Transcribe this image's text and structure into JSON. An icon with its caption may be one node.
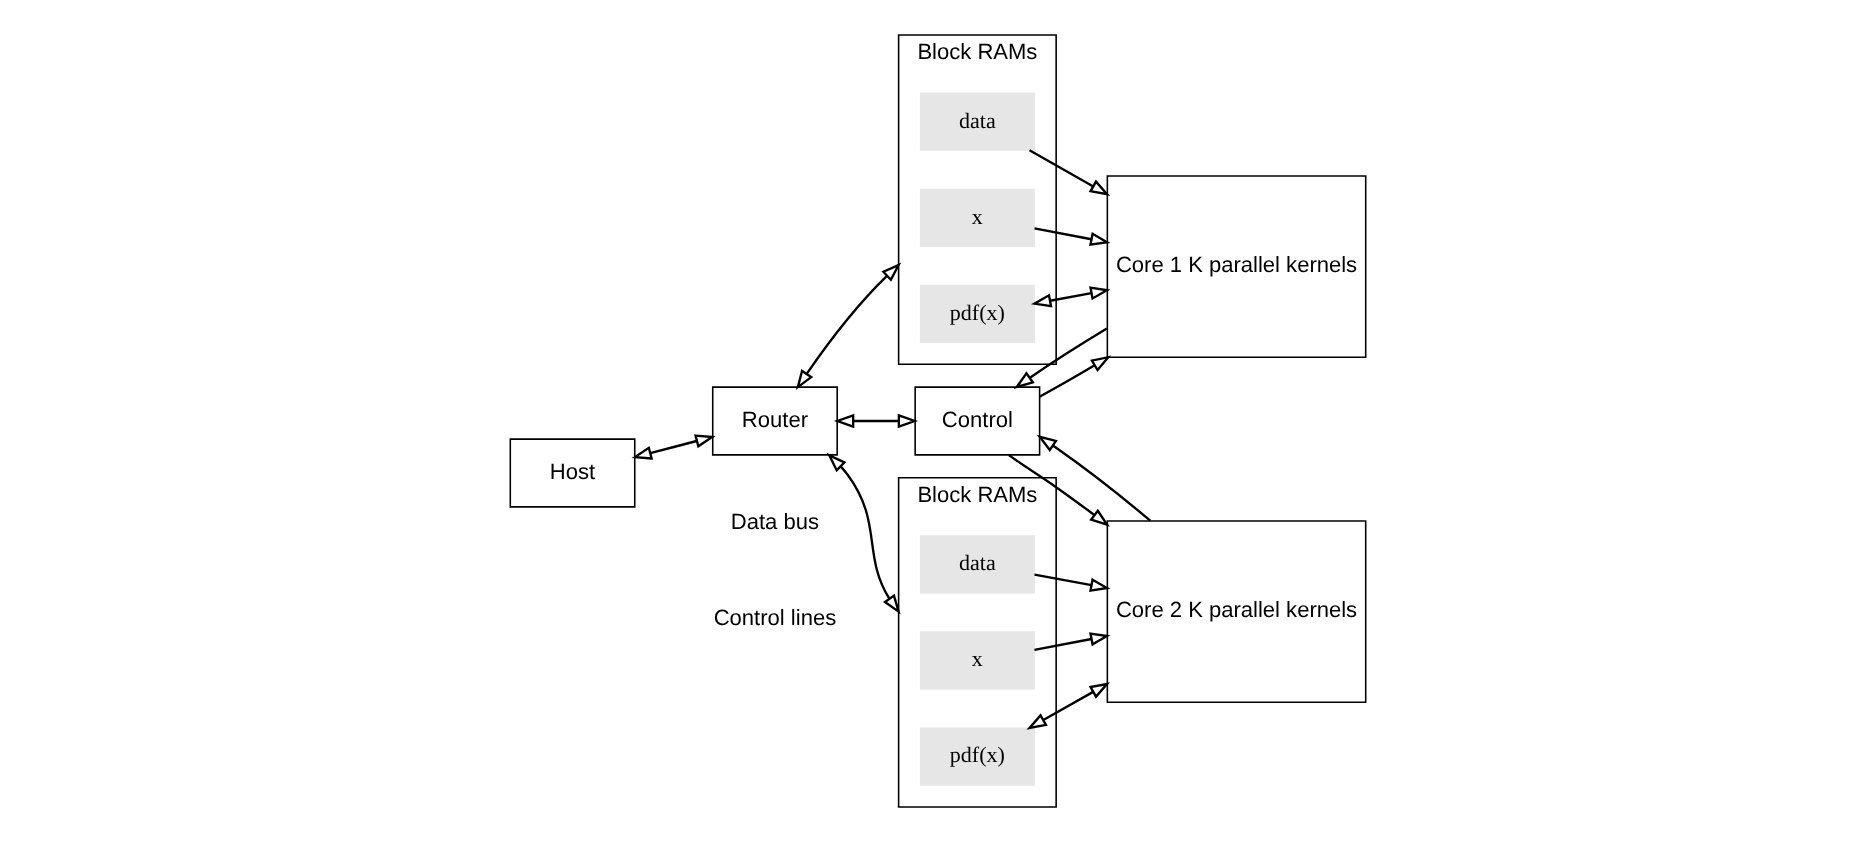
{
  "diagram": {
    "nodes": [
      {
        "text": [
          "Host"
        ]
      },
      {
        "text": [
          "Router"
        ]
      },
      {
        "text": [
          "Control"
        ]
      },
      {
        "text": [
          "Block RAMs"
        ]
      },
      {
        "text": [
          "data"
        ],
        "in": 3
      },
      {
        "text": [
          "x"
        ],
        "in": 3
      },
      {
        "text": [
          "pdf(x)"
        ],
        "in": 3
      },
      {
        "text": [
          "Core 1 K parallel kernels"
        ]
      },
      {
        "text": [
          "Block RAMs"
        ]
      },
      {
        "text": [
          "data"
        ],
        "in": 8
      },
      {
        "text": [
          "x"
        ],
        "in": 8
      },
      {
        "text": [
          "pdf(x)"
        ],
        "in": 8
      },
      {
        "text": [
          "Core 2 K parallel kernels"
        ]
      }
    ],
    "edges": [
      {
        "from": 0,
        "to": 1,
        "arrow": "both"
      },
      {
        "from": 1,
        "to": 2,
        "arrow": "both"
      },
      {
        "from": 1,
        "to": 3,
        "arrow": "both"
      },
      {
        "from": 1,
        "to": 8,
        "arrow": "both"
      },
      {
        "from": 4,
        "to": 7,
        "arrow": "to"
      },
      {
        "from": 5,
        "to": 7,
        "arrow": "to"
      },
      {
        "from": 6,
        "to": 7,
        "arrow": "both"
      },
      {
        "from": 9,
        "to": 12,
        "arrow": "to"
      },
      {
        "from": 10,
        "to": 12,
        "arrow": "to"
      },
      {
        "from": 11,
        "to": 12,
        "arrow": "both"
      },
      {
        "from": 2,
        "to": 7,
        "arrow": "to"
      },
      {
        "from": 2,
        "to": 12,
        "arrow": "to"
      },
      {
        "from": 7,
        "to": 2,
        "arrow": "to"
      },
      {
        "from": 12,
        "to": 2,
        "arrow": "to"
      }
    ],
    "legend": [
      {
        "text": "Data bus"
      },
      {
        "text": "Control lines"
      }
    ]
  }
}
